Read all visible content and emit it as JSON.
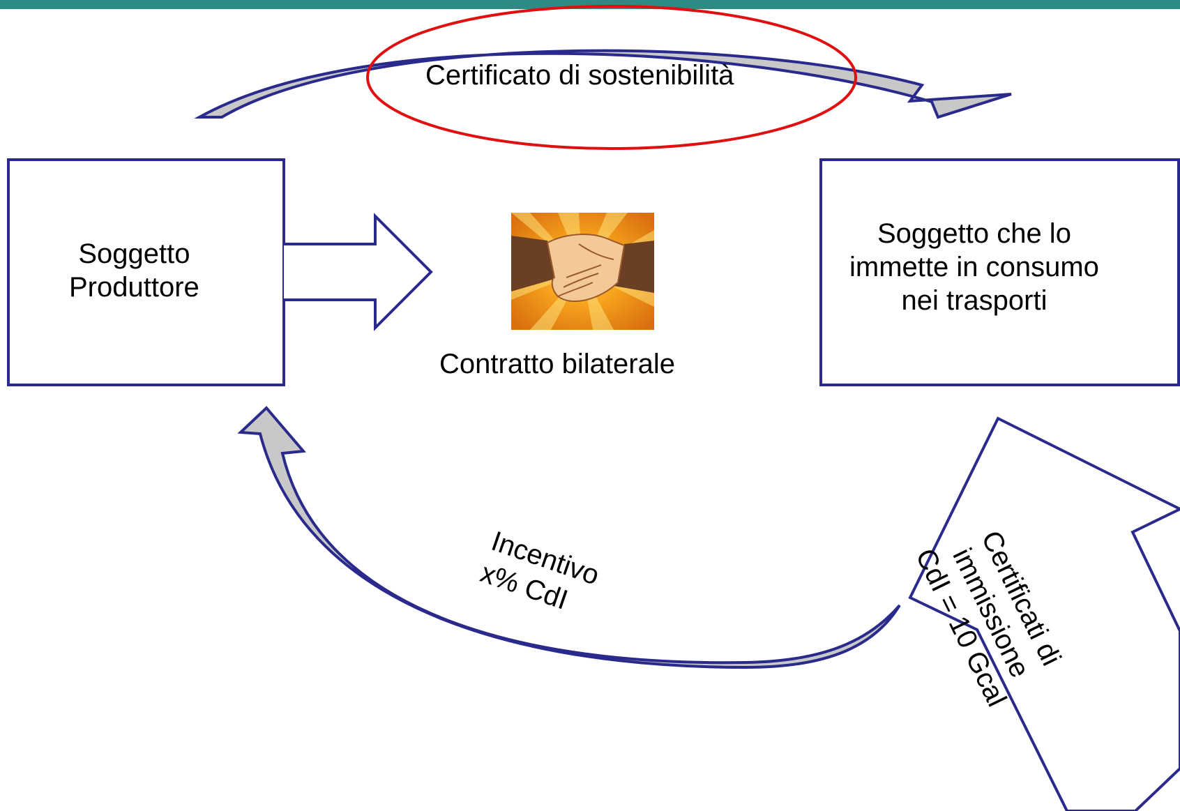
{
  "colors": {
    "header_bar": "#2e8b84",
    "outline": "#2a2a8c",
    "arrow_fill": "#c8c8c8",
    "highlight": "#e01010",
    "text": "#000000"
  },
  "nodes": {
    "producer": {
      "line1": "Soggetto",
      "line2": "Produttore"
    },
    "consumer": {
      "line1": "Soggetto che lo",
      "line2": "immette in consumo",
      "line3": "nei trasporti"
    }
  },
  "center": {
    "icon": "handshake-icon",
    "label": "Contratto bilaterale"
  },
  "flows": {
    "sustainability": {
      "label": "Certificato di sostenibilità"
    },
    "incentive": {
      "line1": "Incentivo",
      "line2": "x% CdI"
    },
    "certificates": {
      "line1": "Certificati di",
      "line2": "immissione",
      "line3": "CdI = 10 Gcal"
    }
  }
}
